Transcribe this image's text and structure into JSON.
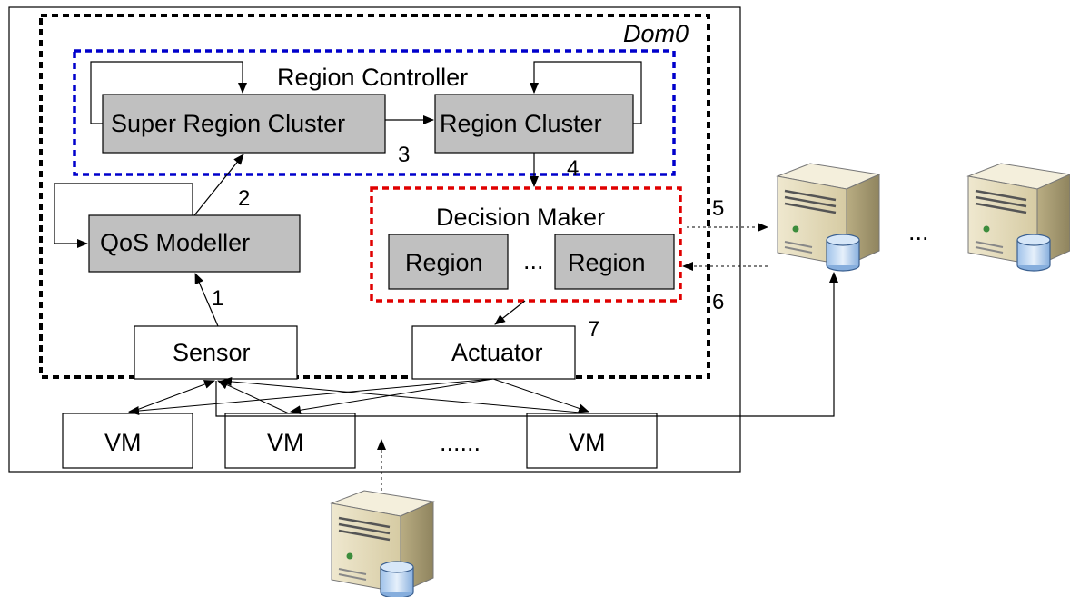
{
  "diagram": {
    "dom0_label": "Dom0",
    "region_controller": {
      "title": "Region Controller",
      "super_region_cluster": "Super Region Cluster",
      "region_cluster": "Region Cluster"
    },
    "qos_modeller": "QoS Modeller",
    "decision_maker": {
      "title": "Decision Maker",
      "region_left": "Region",
      "ellipsis": "...",
      "region_right": "Region"
    },
    "sensor": "Sensor",
    "actuator": "Actuator",
    "vms": [
      "VM",
      "VM",
      "VM"
    ],
    "vm_ellipsis": "......",
    "server_ellipsis": "...",
    "step_numbers": [
      "1",
      "2",
      "3",
      "4",
      "5",
      "6",
      "7"
    ]
  },
  "colors": {
    "region_controller_border": "#0000cc",
    "decision_maker_border": "#e00000",
    "component_fill": "#c0c0c0"
  },
  "icons": [
    "server-icon",
    "server-icon",
    "server-icon"
  ]
}
